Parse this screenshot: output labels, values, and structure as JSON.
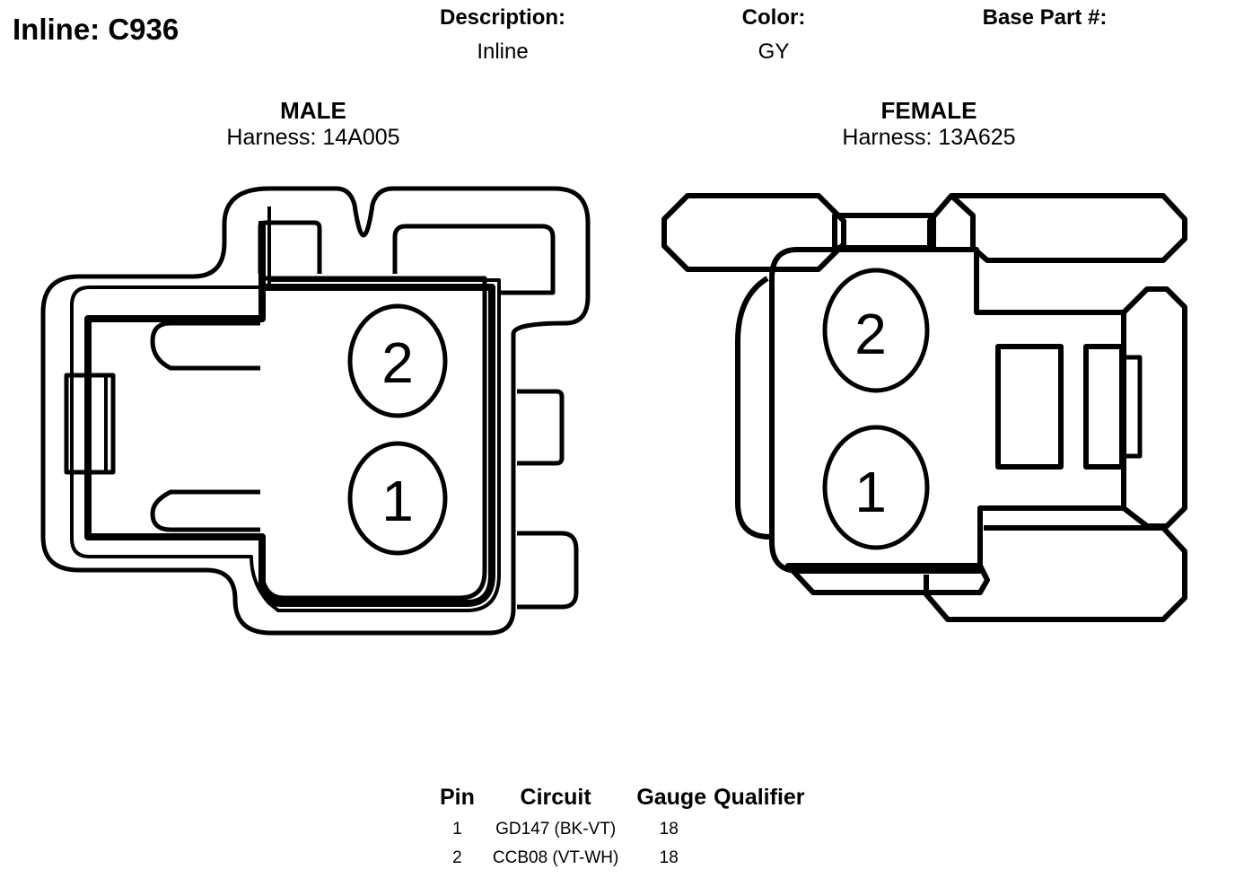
{
  "title": "Inline: C936",
  "header": {
    "description_label": "Description:",
    "description_value": "Inline",
    "color_label": "Color:",
    "color_value": "GY",
    "base_part_label": "Base Part #:",
    "base_part_value": ""
  },
  "male": {
    "label": "MALE",
    "harness": "Harness: 14A005",
    "pins": [
      "2",
      "1"
    ]
  },
  "female": {
    "label": "FEMALE",
    "harness": "Harness: 13A625",
    "pins": [
      "2",
      "1"
    ]
  },
  "pin_table": {
    "headers": [
      "Pin",
      "Circuit",
      "Gauge",
      "Qualifier"
    ],
    "rows": [
      [
        "1",
        "GD147 (BK-VT)",
        "18",
        ""
      ],
      [
        "2",
        "CCB08 (VT-WH)",
        "18",
        ""
      ]
    ]
  }
}
